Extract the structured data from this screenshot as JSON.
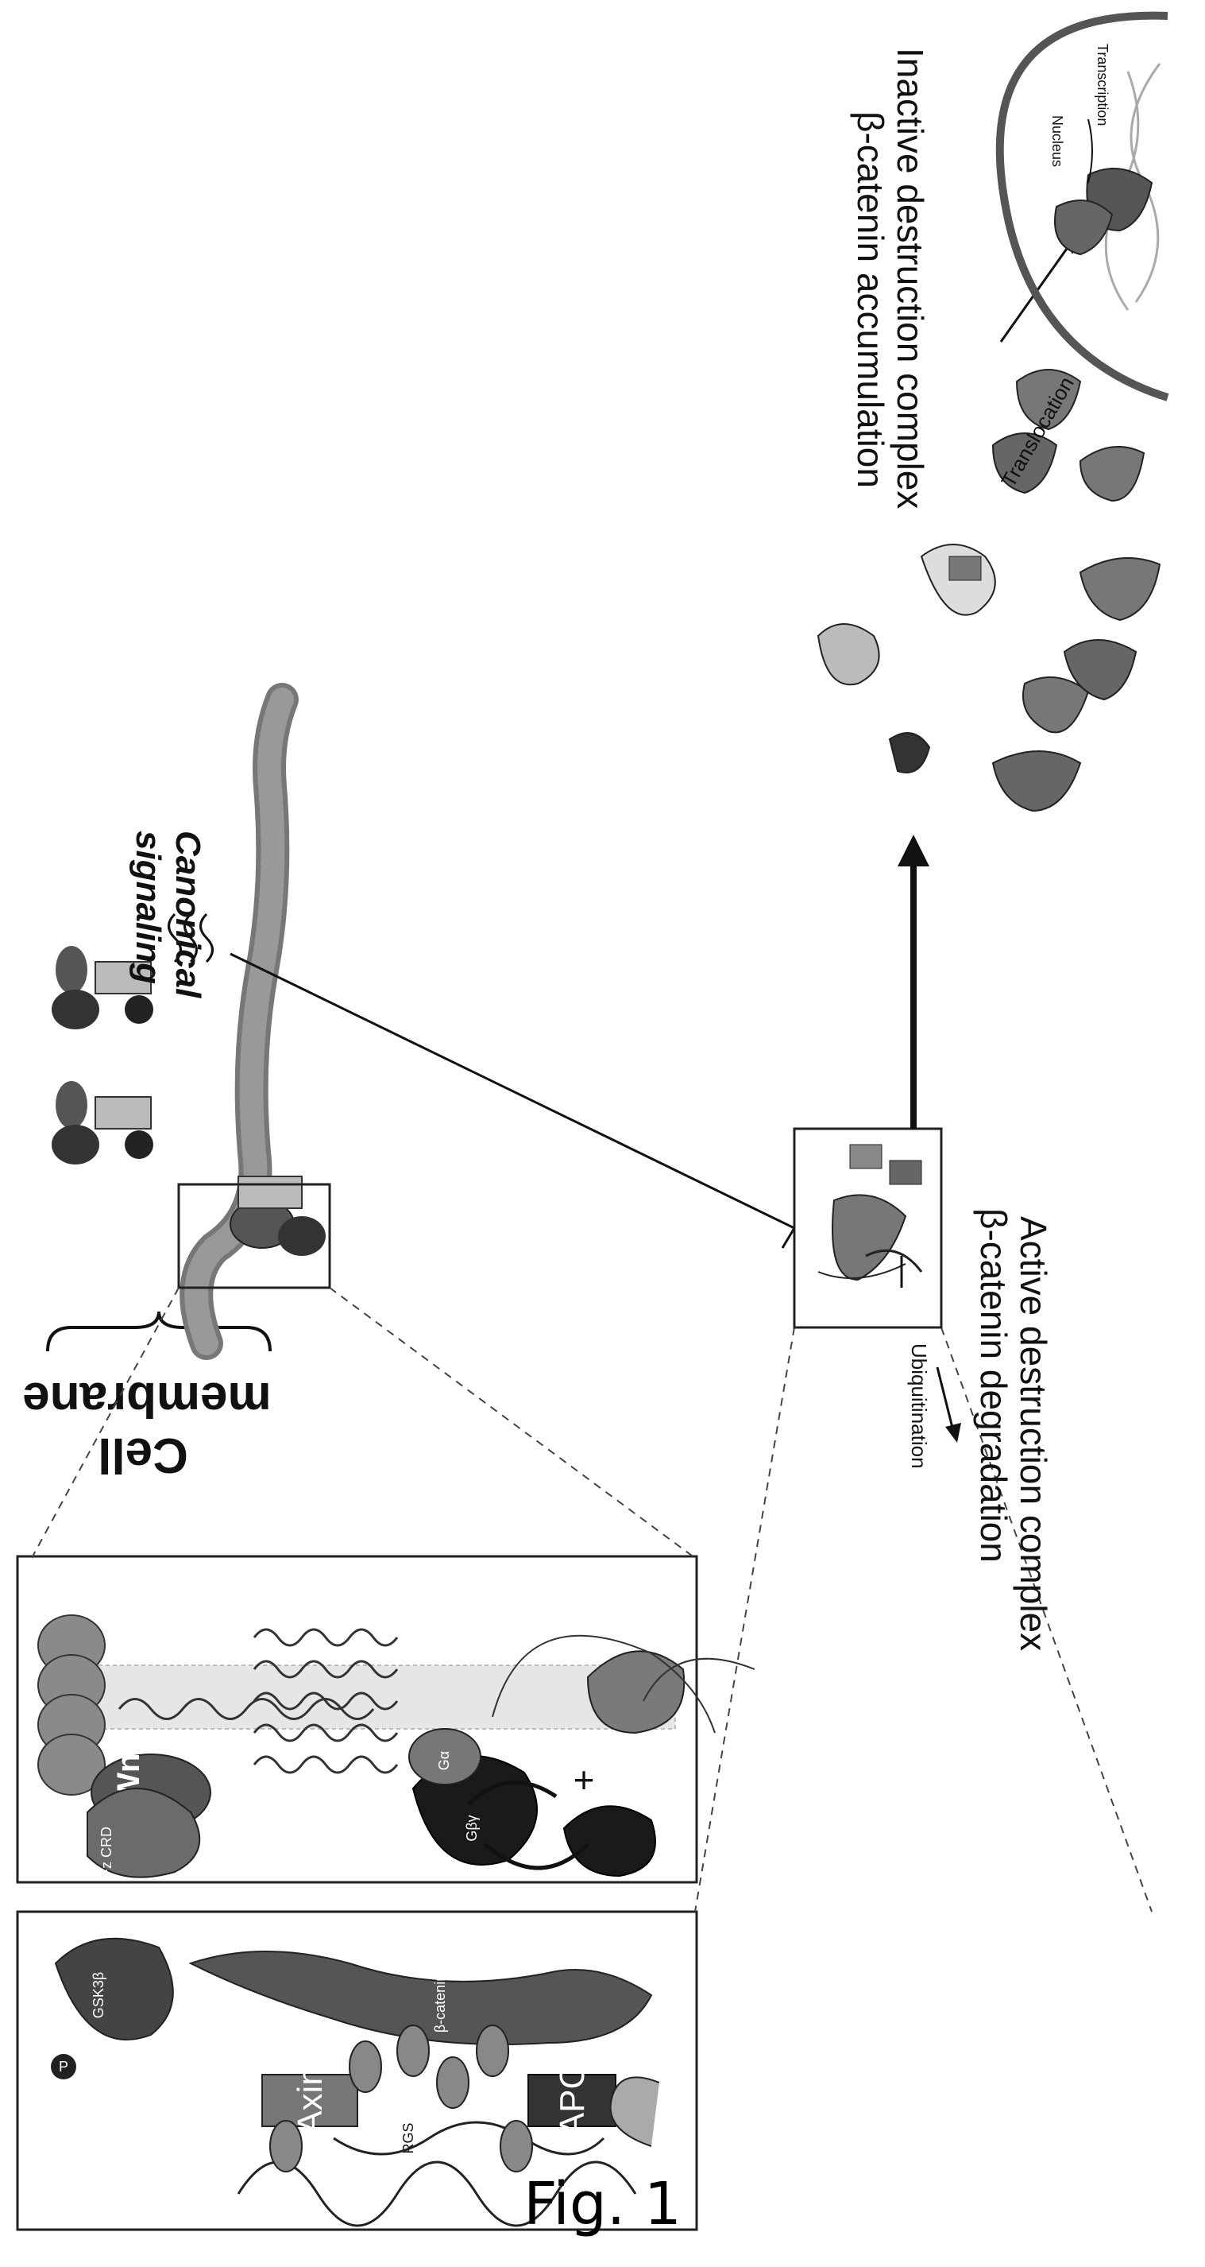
{
  "figure": {
    "caption": "Fig. 1",
    "labels": {
      "cell_membrane": "Cell\nmembrane",
      "canonical_signaling": "Canonical\nsignaling",
      "inactive_complex": "Inactive destruction complex",
      "beta_catenin_accumulation": "β-catenin accumulation",
      "active_complex": "Active destruction complex",
      "beta_catenin_degradation": "β-catenin degradation",
      "ubiquitination": "Ubiquitination",
      "translocation": "Translocation",
      "nucleus": "Nucleus",
      "transcription": "Transcription"
    },
    "inset_top": {
      "wnt": "Wnt",
      "fz_crd": "Fz CRD",
      "g_alpha": "Gα",
      "g_beta_gamma": "Gβγ",
      "plus": "+"
    },
    "inset_bottom": {
      "axin": "Axin",
      "apc": "APC",
      "gsk3b": "GSK3β",
      "beta_catenin": "β-catenin",
      "rgs": "RGS",
      "p": "P"
    }
  }
}
